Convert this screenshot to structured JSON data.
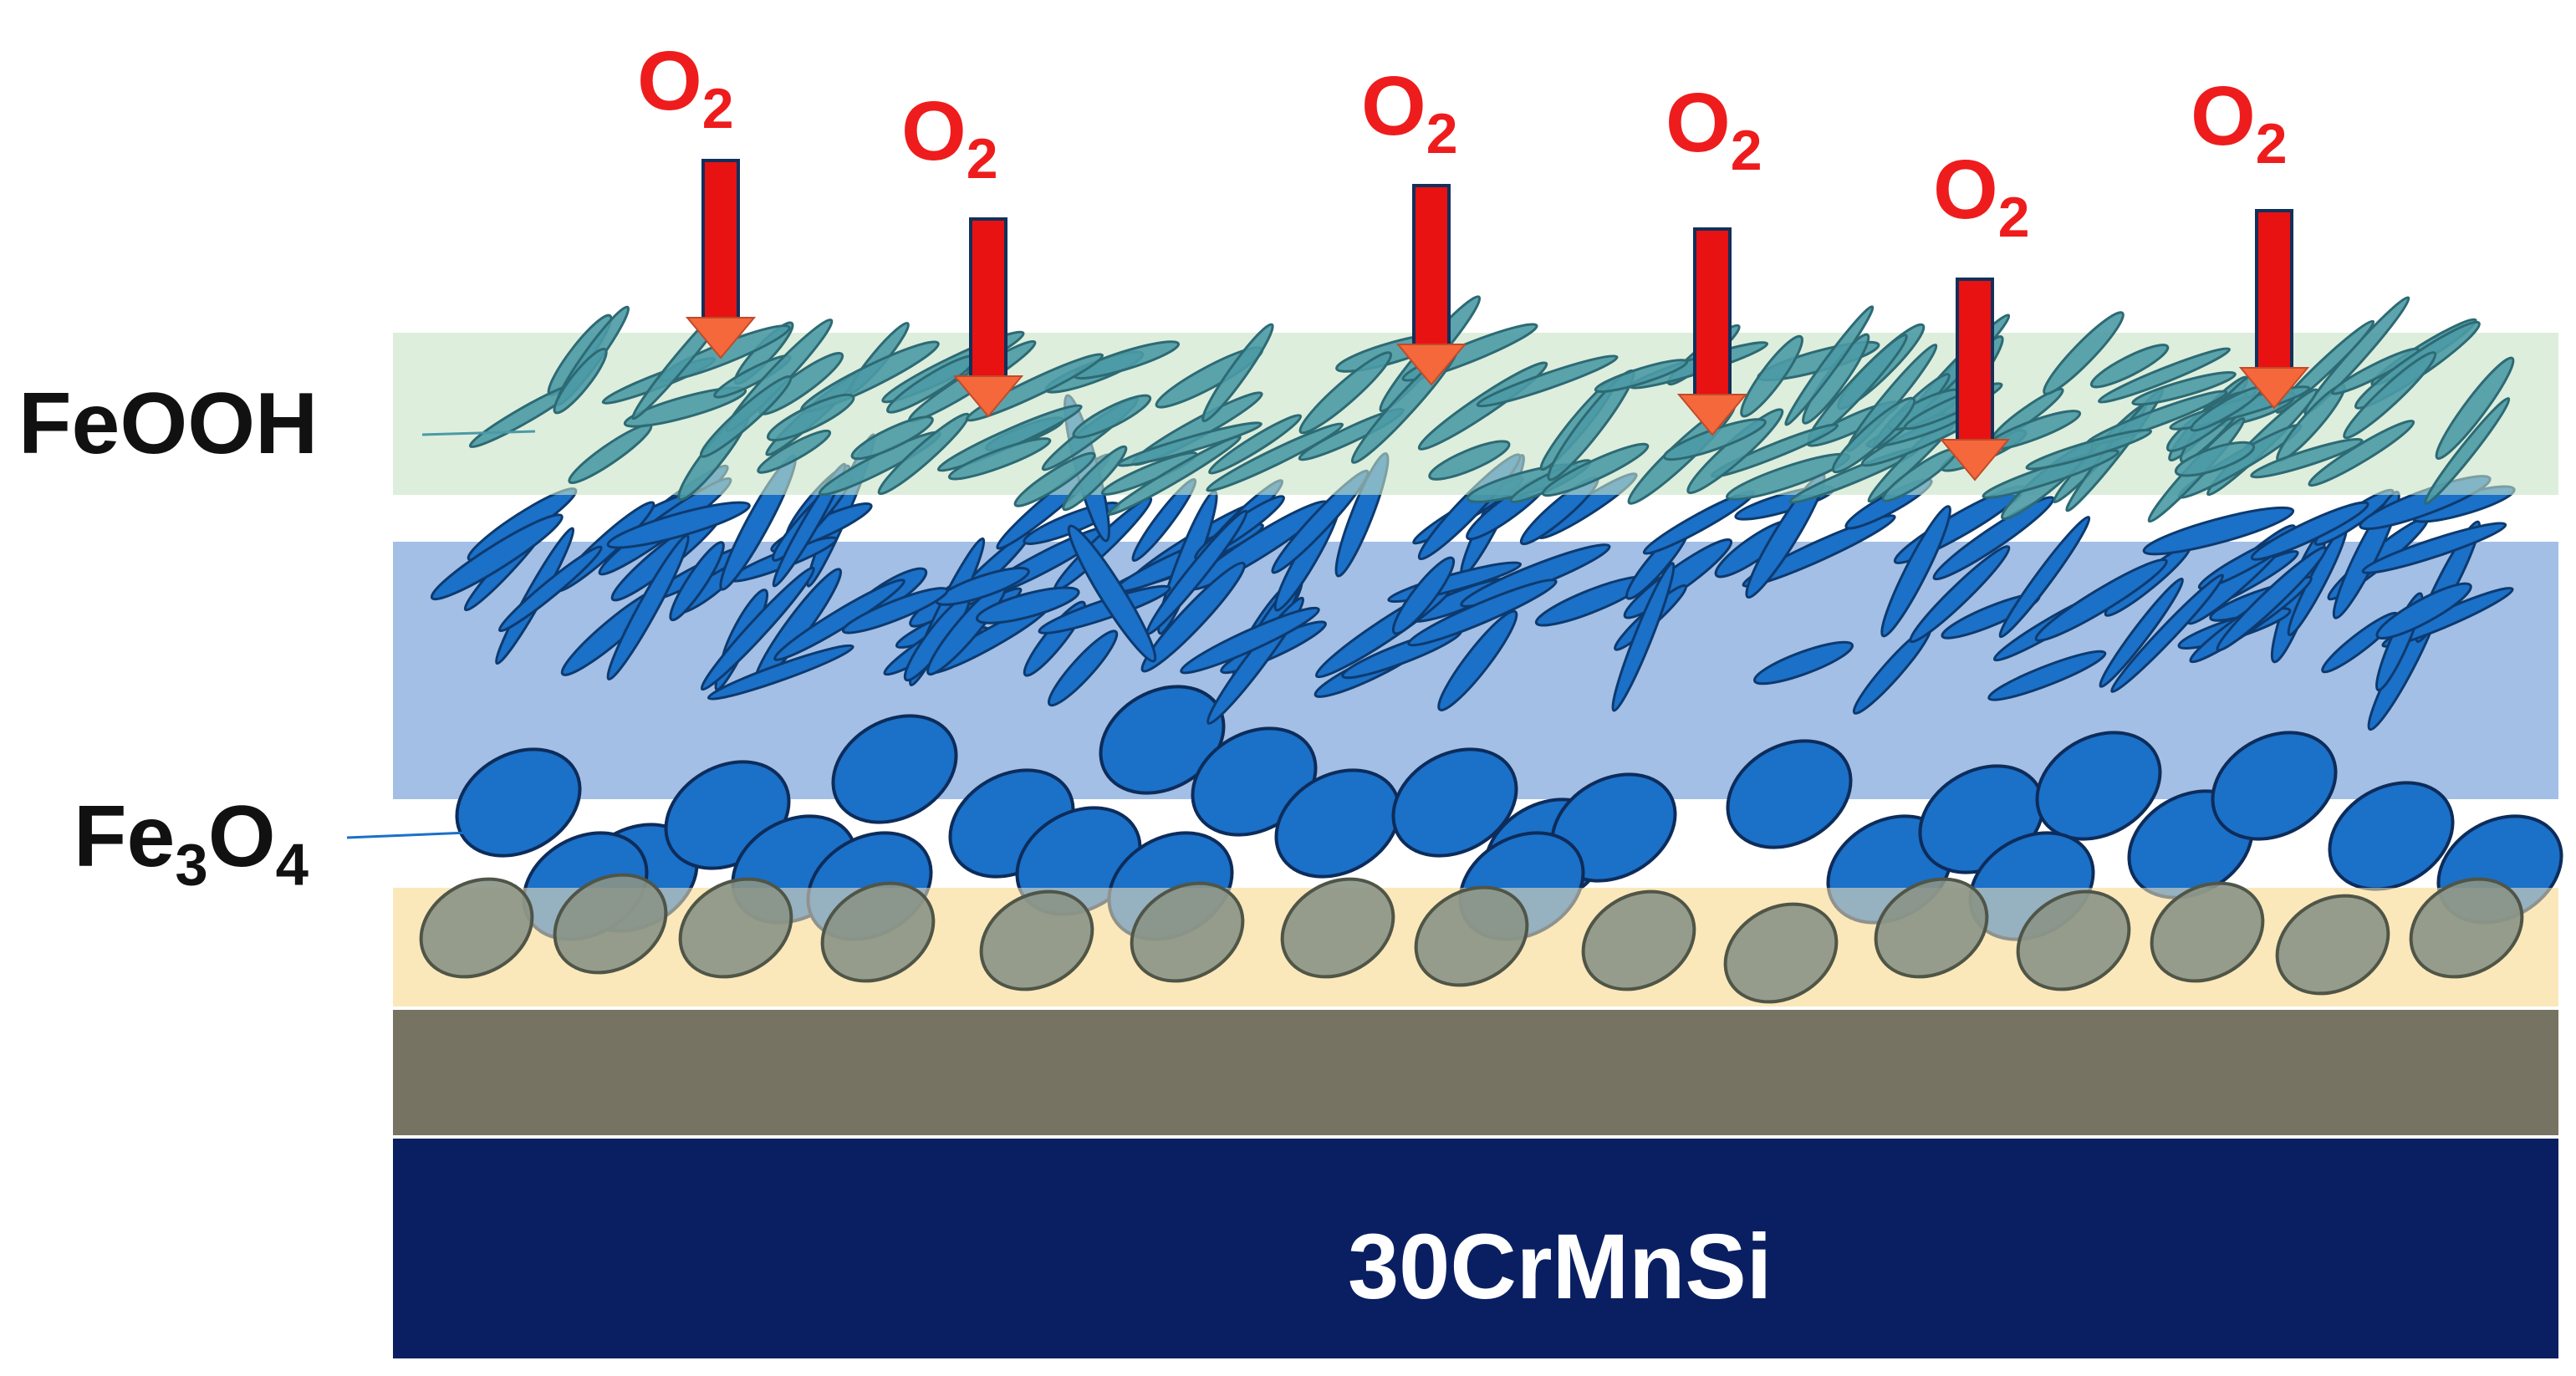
{
  "labels": {
    "feooh": "FeOOH",
    "fe3o4": {
      "main1": "Fe",
      "sub1": "3",
      "main2": "O",
      "sub2": "4"
    },
    "substrate": "30CrMnSi"
  },
  "oxygen": {
    "main": "O",
    "sub": "2"
  },
  "colors": {
    "feooh_band": "#c8e2c4",
    "blue_band": "#a3bfe6",
    "yellow_band": "#fbe8ba",
    "olive_band": "#767362",
    "substrate": "#0a1f62",
    "arrow_fill": "#e81212",
    "arrow_head": "#f4683c",
    "grain_blue": "#1b70c8",
    "needle_teal": "#4b9aa5",
    "grain_grey": "#8a9486"
  }
}
